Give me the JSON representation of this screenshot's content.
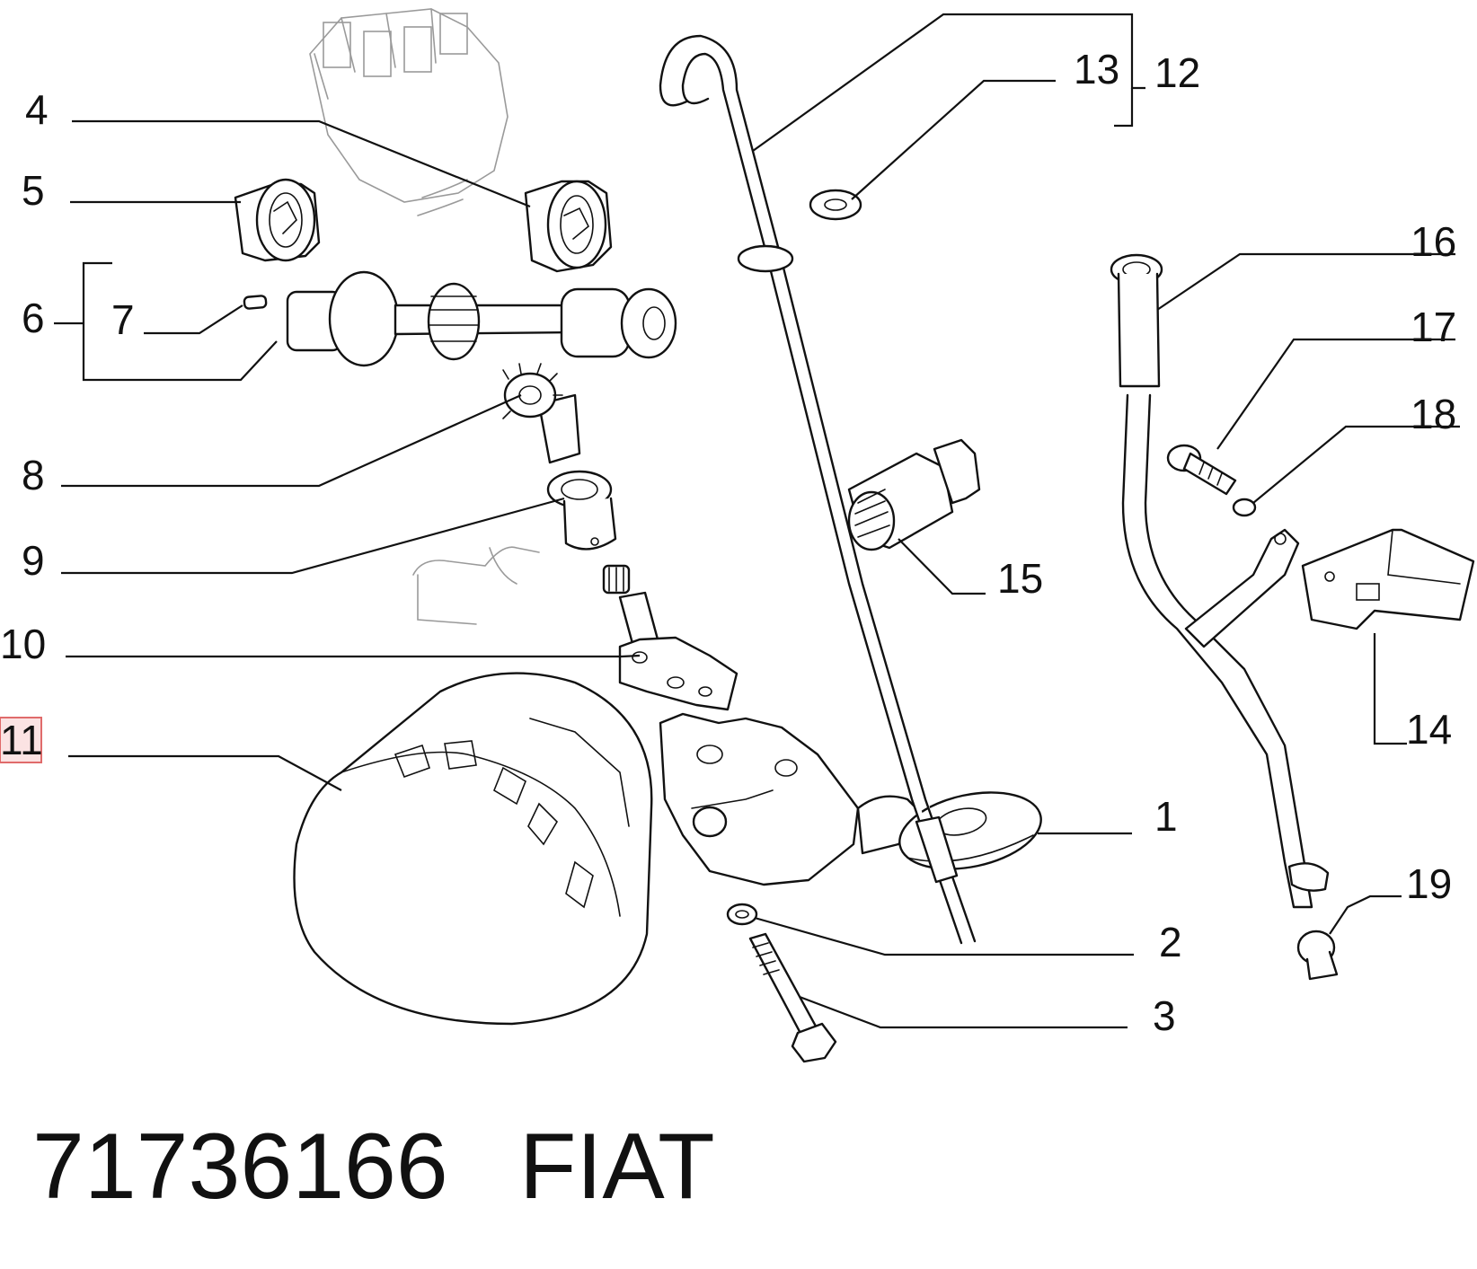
{
  "document": {
    "part_number": "71736166",
    "brand": "FIAT"
  },
  "callouts": [
    "1",
    "2",
    "3",
    "4",
    "5",
    "6",
    "7",
    "8",
    "9",
    "10",
    "11",
    "12",
    "13",
    "14",
    "15",
    "16",
    "17",
    "18",
    "19"
  ],
  "highlighted_callout": "11",
  "colors": {
    "ink": "#111111",
    "highlight_fill": "#fbe3e3",
    "highlight_stroke": "#e06b6b"
  }
}
